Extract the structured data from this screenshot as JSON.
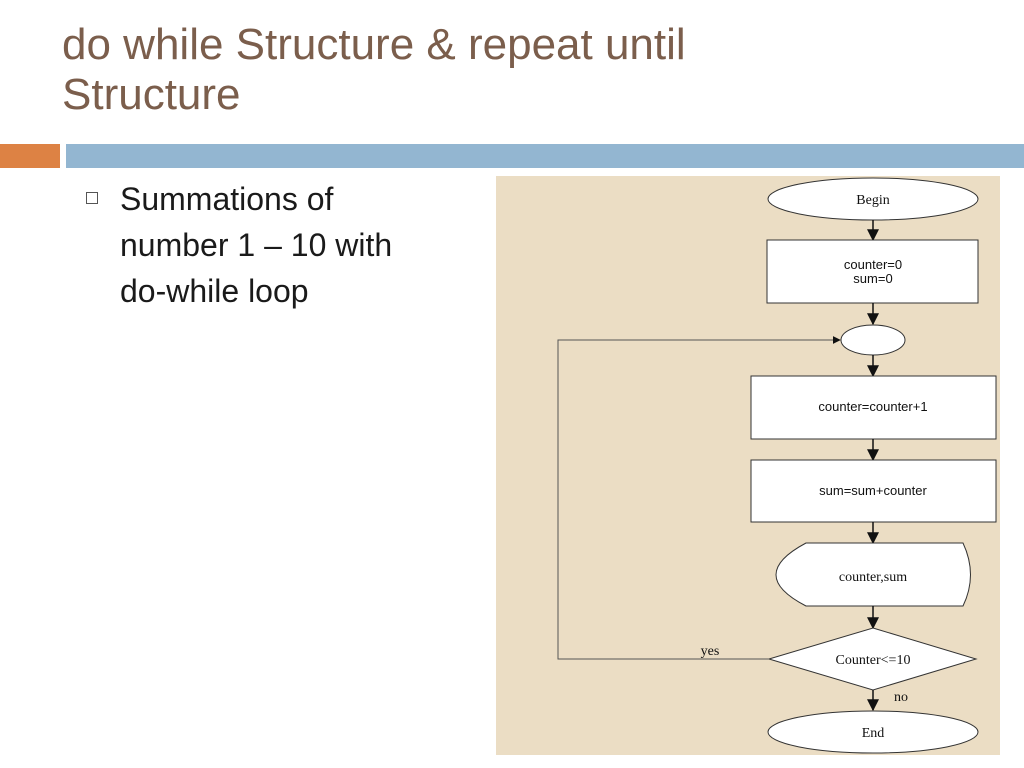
{
  "slide": {
    "title_line1": "do while Structure & repeat until",
    "title_line2": "Structure",
    "bullet_line1": "Summations of",
    "bullet_line2": "number 1 – 10 with",
    "bullet_line3": "do-while loop"
  },
  "flowchart": {
    "begin": "Begin",
    "init_line1": "counter=0",
    "init_line2": "sum=0",
    "increment": "counter=counter+1",
    "accumulate": "sum=sum+counter",
    "output": "counter,sum",
    "condition": "Counter<=10",
    "yes_label": "yes",
    "no_label": "no",
    "end": "End"
  },
  "colors": {
    "title": "#7b5e4c",
    "accent_orange": "#dd8244",
    "accent_blue": "#93b6d1",
    "diagram_bg": "#ebddc4"
  }
}
